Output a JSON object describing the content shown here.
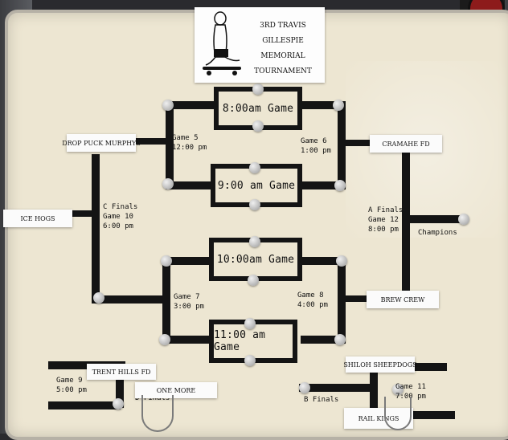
{
  "title": {
    "line1": "3RD TRAVIS",
    "line2": "GILLESPIE MEMORIAL",
    "line3": "TOURNAMENT"
  },
  "games": {
    "game_8am": "8:00am Game",
    "game_9am": "9:00 am Game",
    "game_10am": "10:00am Game",
    "game_11am": "11:00 am Game"
  },
  "notes": {
    "game5": "Game 5\n12:00 pm",
    "game6": "Game 6\n1:00 pm",
    "game7": "Game 7\n3:00 pm",
    "game8": "Game 8\n4:00 pm",
    "c_finals": "C Finals\nGame 10\n6:00 pm",
    "a_finals": "A Finals\nGame 12\n8:00 pm",
    "champions": "Champions",
    "game9": "Game 9\n5:00 pm",
    "d_finals": "D Finals",
    "b_finals": "B Finals",
    "game11": "Game 11\n7:00 pm"
  },
  "teams": {
    "drop_puck_murphys": "DROP PUCK MURPHYS",
    "ice_hogs": "ICE HOGS",
    "cramahe_fd": "CRAMAHE FD",
    "brew_crew": "BREW CREW",
    "trent_hills_fd": "TRENT HILLS FD",
    "one_more": "ONE MORE",
    "shiloh_sheepdogs": "SHILOH SHEEPDOGS",
    "rail_kings": "RAIL KINGS"
  }
}
